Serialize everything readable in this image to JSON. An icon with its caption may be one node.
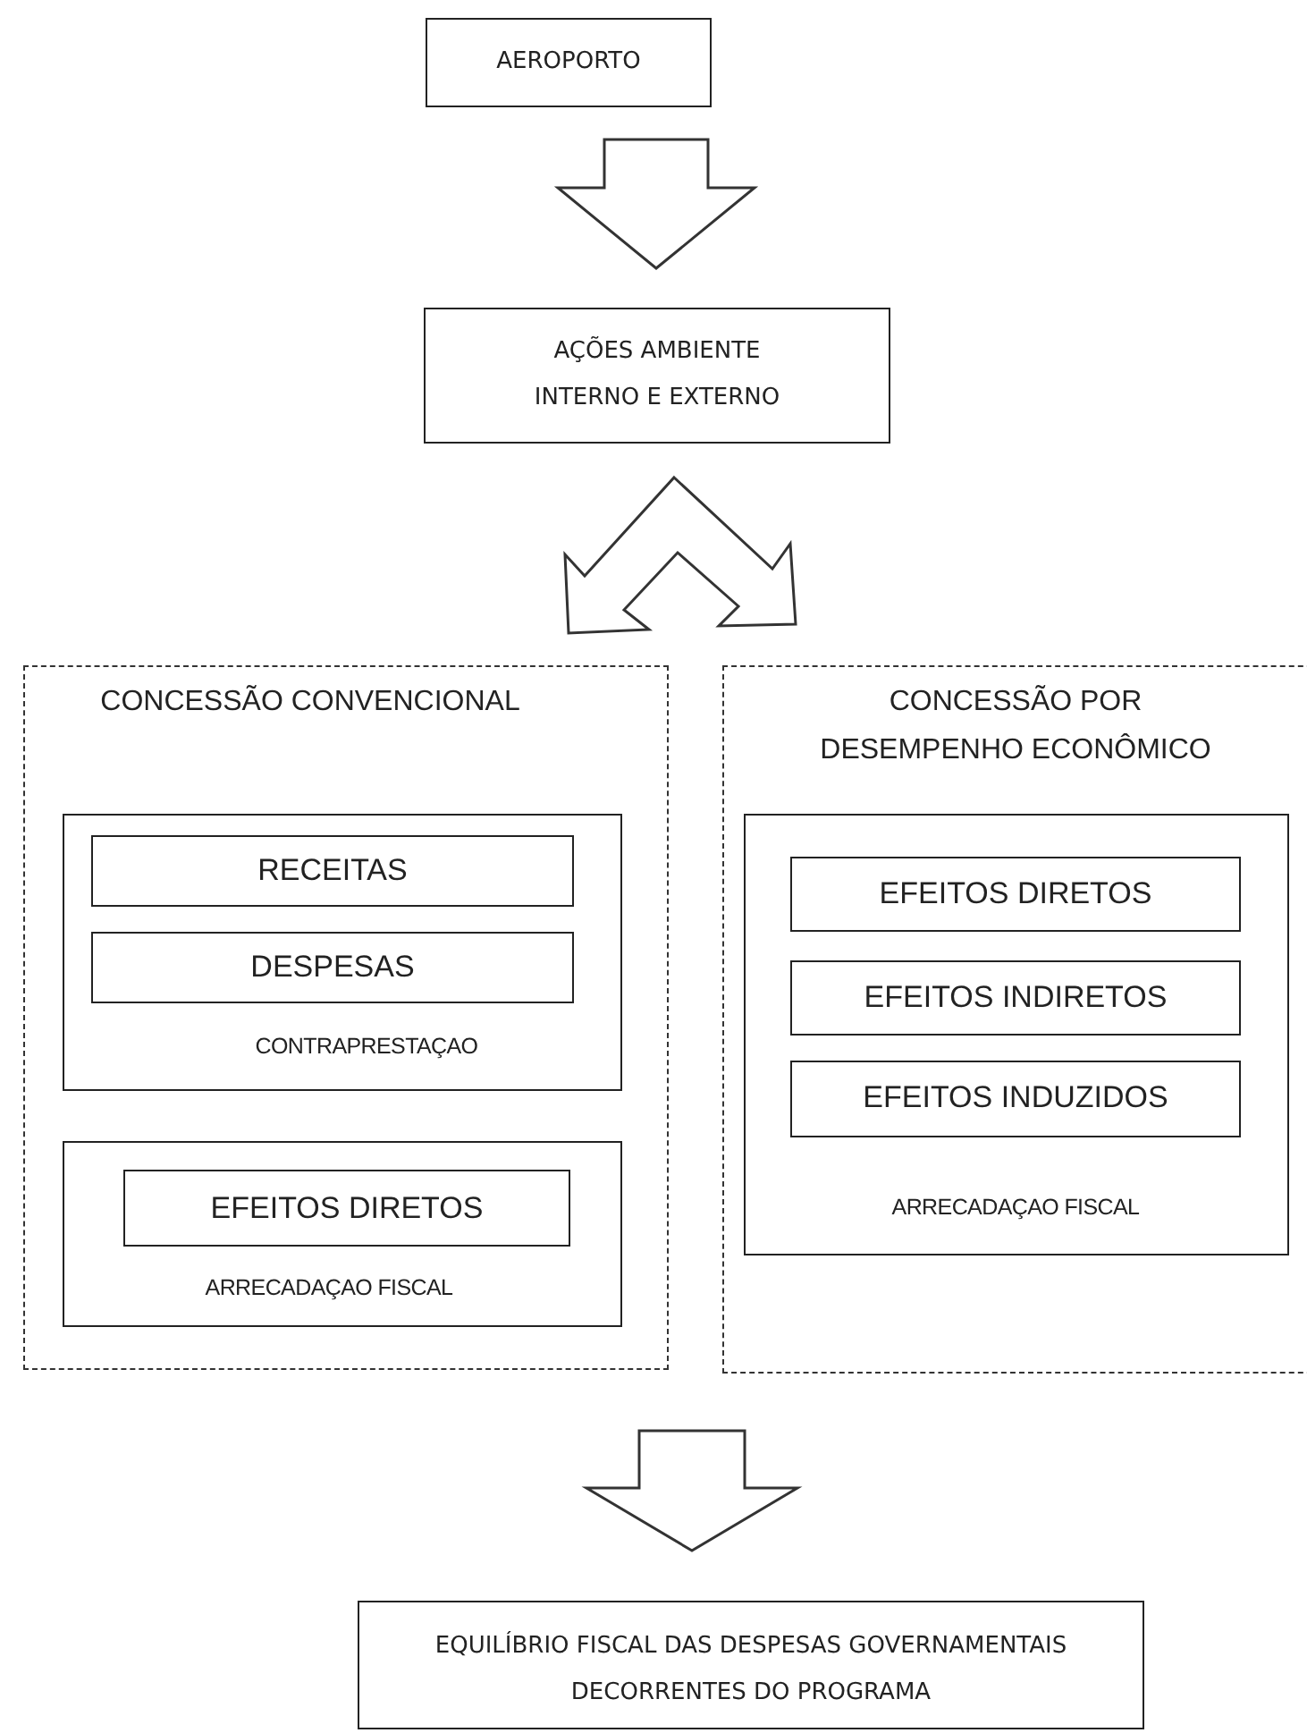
{
  "diagram": {
    "nodes": [
      {
        "text": [
          "AEROPORTO"
        ]
      },
      {
        "text": [
          "AÇÕES AMBIENTE INTERNO E EXTERNO"
        ]
      },
      {
        "text": [
          "CONCESSÃO CONVENCIONAL"
        ]
      },
      {
        "text": [
          "CONTRAPRESTAÇAO"
        ],
        "in": 2
      },
      {
        "text": [
          "RECEITAS"
        ],
        "in": 3
      },
      {
        "text": [
          "DESPESAS"
        ],
        "in": 3
      },
      {
        "text": [
          "ARRECADAÇAO FISCAL"
        ],
        "in": 2
      },
      {
        "text": [
          "EFEITOS DIRETOS"
        ],
        "in": 6
      },
      {
        "text": [
          "CONCESSÃO POR DESEMPENHO ECONÔMICO"
        ]
      },
      {
        "text": [
          "ARRECADAÇAO FISCAL"
        ],
        "in": 8
      },
      {
        "text": [
          "EFEITOS DIRETOS"
        ],
        "in": 9
      },
      {
        "text": [
          "EFEITOS INDIRETOS"
        ],
        "in": 9
      },
      {
        "text": [
          "EFEITOS INDUZIDOS"
        ],
        "in": 9
      },
      {
        "text": [
          "EQUILÍBRIO FISCAL DAS DESPESAS GOVERNAMENTAIS DECORRENTES DO PROGRAMA"
        ]
      }
    ],
    "edges": [
      {
        "from": 0,
        "to": 1,
        "arrow": "to"
      },
      {
        "from": 1,
        "to": 2,
        "arrow": "to"
      },
      {
        "from": 1,
        "to": 8,
        "arrow": "to"
      },
      {
        "from": 2,
        "to": 13,
        "arrow": "to"
      },
      {
        "from": 8,
        "to": 13,
        "arrow": "to"
      }
    ]
  }
}
